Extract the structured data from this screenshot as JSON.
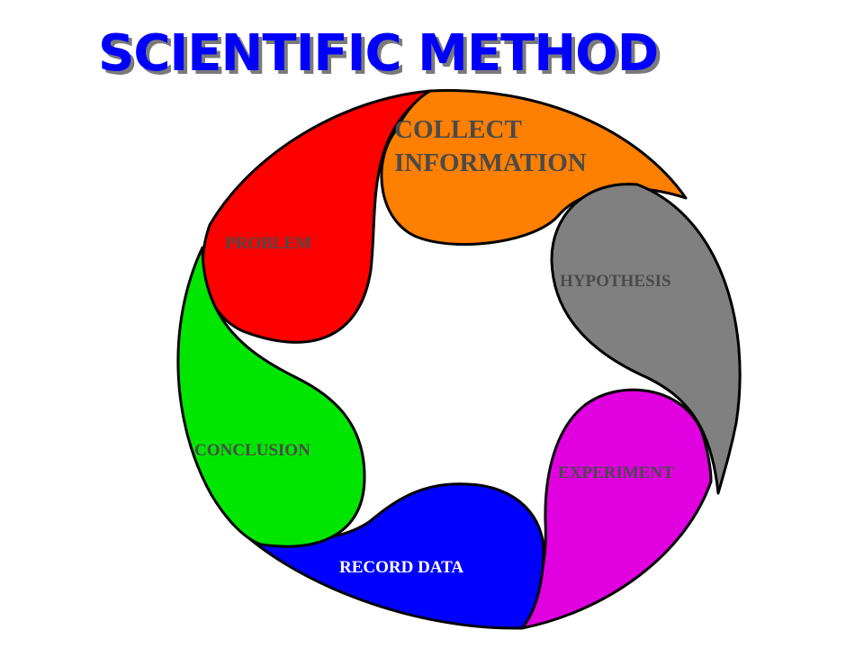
{
  "title": "SCIENTIFIC METHOD",
  "colors": {
    "title_fill": "#0000ff",
    "title_shadow": "#7a7a7a",
    "problem": "#ff0000",
    "collect": "#ff7f00",
    "hypothesis": "#808080",
    "experiment": "#e000e0",
    "record": "#0000ff",
    "conclusion": "#00e600"
  },
  "steps": {
    "problem": "PROBLEM",
    "collect_line1": "COLLECT",
    "collect_line2": "INFORMATION",
    "hypothesis": "HYPOTHESIS",
    "experiment": "EXPERIMENT",
    "record": "RECORD DATA",
    "conclusion": "CONCLUSION"
  }
}
